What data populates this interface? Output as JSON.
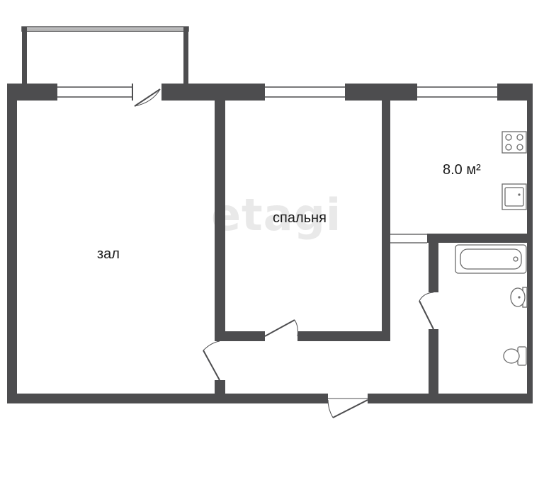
{
  "rooms": [
    {
      "id": "living",
      "label": "зал"
    },
    {
      "id": "bedroom",
      "label": "спальня"
    },
    {
      "id": "kitchen",
      "label": "8.0 м²"
    }
  ],
  "watermark": "etagi",
  "colors": {
    "wall": "#4d4d4f",
    "background": "#ffffff"
  }
}
